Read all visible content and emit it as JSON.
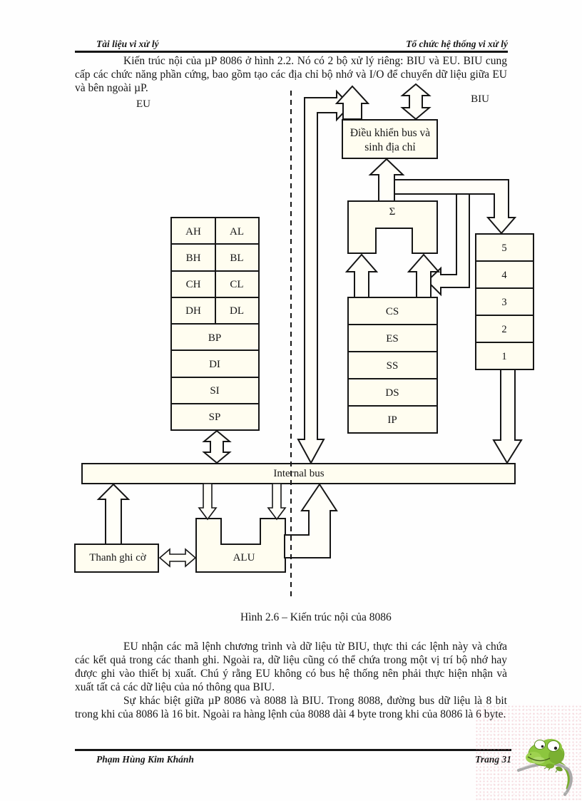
{
  "header": {
    "left": "Tài liệu vi xử lý",
    "right": "Tổ chức hệ thống vi xử lý"
  },
  "body": {
    "p1": "Kiến trúc nội của µP 8086 ở hình 2.2. Nó có 2 bộ xử lý riêng: BIU và EU. BIU cung cấp các chức năng phần cứng, bao gồm tạo các địa chỉ bộ nhớ và I/O để chuyển dữ liệu giữa EU và bên ngoài µP.",
    "p2": "EU nhận các mã lệnh chương trình và dữ liệu từ BIU, thực thi các lệnh này và chứa các kết quả trong các thanh ghi. Ngoài ra, dữ liệu cũng có thể chứa trong một vị trí bộ nhớ hay được ghi vào thiết bị xuất. Chú ý rằng EU không có bus hệ thống nên phải thực hiện nhận và xuất tất cả các dữ liệu của nó thông qua BIU.",
    "p3": "Sự khác biệt giữa µP 8086 và 8088 là BIU. Trong 8088, đường bus dữ liệu là 8 bit trong khi của 8086 là 16 bit. Ngoài ra hàng lệnh của 8088 dài 4 byte trong khi của 8086 là 6 byte.",
    "caption": "Hình 2.6 – Kiến trúc nội của 8086"
  },
  "diagram": {
    "eu": "EU",
    "biu": "BIU",
    "bus_control_line1": "Điều khiển bus và",
    "bus_control_line2": "sinh địa chỉ",
    "adder": "Σ",
    "registers": [
      "AH",
      "AL",
      "BH",
      "BL",
      "CH",
      "CL",
      "DH",
      "DL"
    ],
    "wide_registers": [
      "BP",
      "DI",
      "SI",
      "SP"
    ],
    "segments": [
      "CS",
      "ES",
      "SS",
      "DS",
      "IP"
    ],
    "queue": [
      "5",
      "4",
      "3",
      "2",
      "1"
    ],
    "internal_bus": "Internal bus",
    "alu": "ALU",
    "flags": "Thanh ghi cờ"
  },
  "footer": {
    "left": "Phạm Hùng Kim Khánh",
    "right": "Trang 31"
  },
  "colors": {
    "ink": "#161616",
    "box_fill": "#fffdf0",
    "gecko_green": "#8cc63e",
    "speckle_pink": "#dd7e8e"
  }
}
